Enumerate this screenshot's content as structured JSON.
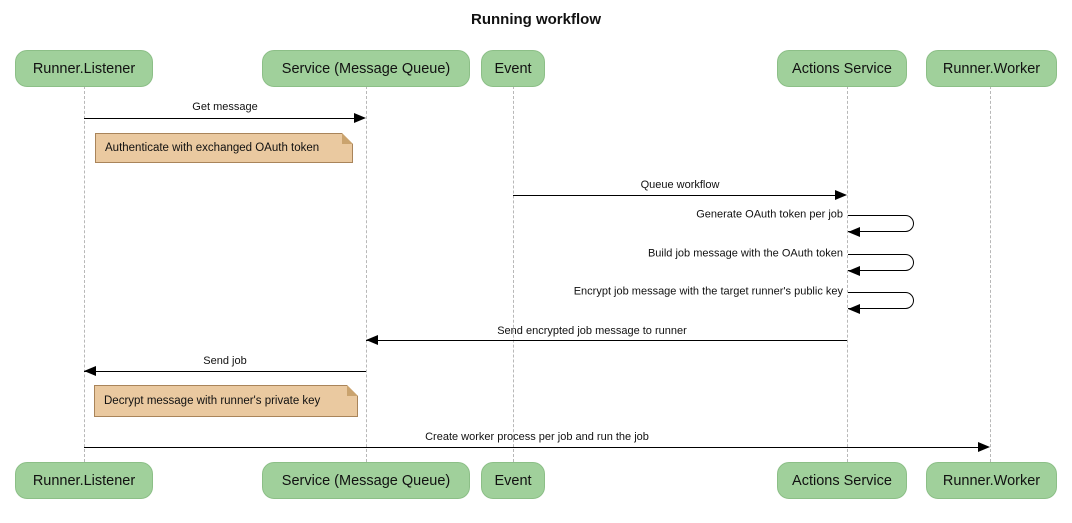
{
  "title": "Running workflow",
  "colors": {
    "participant_fill": "#a0d09b",
    "participant_border": "#8cbf87",
    "note_fill": "#eac9a0",
    "note_border": "#a9845a",
    "lifeline": "#b8b8b8",
    "arrow": "#000000"
  },
  "participants": [
    {
      "name": "Runner.Listener"
    },
    {
      "name": "Service (Message Queue)"
    },
    {
      "name": "Event"
    },
    {
      "name": "Actions Service"
    },
    {
      "name": "Runner.Worker"
    }
  ],
  "messages": [
    {
      "label": "Get message",
      "from": "Runner.Listener",
      "to": "Service (Message Queue)",
      "type": "solid"
    },
    {
      "label": "Queue workflow",
      "from": "Event",
      "to": "Actions Service",
      "type": "solid"
    },
    {
      "label": "Generate OAuth token per job",
      "from": "Actions Service",
      "to": "Actions Service",
      "type": "self"
    },
    {
      "label": "Build job message with the OAuth token",
      "from": "Actions Service",
      "to": "Actions Service",
      "type": "self"
    },
    {
      "label": "Encrypt job message with the target runner's public key",
      "from": "Actions Service",
      "to": "Actions Service",
      "type": "self"
    },
    {
      "label": "Send encrypted job message to runner",
      "from": "Actions Service",
      "to": "Service (Message Queue)",
      "type": "solid"
    },
    {
      "label": "Send job",
      "from": "Service (Message Queue)",
      "to": "Runner.Listener",
      "type": "solid"
    },
    {
      "label": "Create worker process per job and run the job",
      "from": "Runner.Listener",
      "to": "Runner.Worker",
      "type": "solid"
    }
  ],
  "notes": [
    {
      "text": "Authenticate with exchanged OAuth token",
      "anchor": "Runner.Listener"
    },
    {
      "text": "Decrypt message with runner's private key",
      "anchor": "Runner.Listener"
    }
  ]
}
